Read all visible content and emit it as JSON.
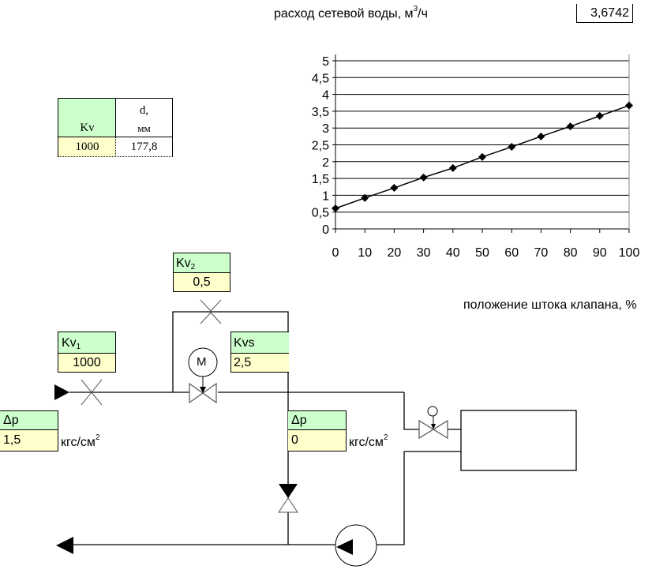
{
  "chart_data": {
    "type": "line",
    "title": "расход сетевой воды, м3/ч",
    "title_main": "расход сетевой воды, м",
    "title_sup": "3",
    "title_tail": "/ч",
    "xlabel": "положение штока клапана, %",
    "ylabel": "",
    "current_value": "3,6742",
    "x": [
      0,
      10,
      20,
      30,
      40,
      50,
      60,
      70,
      80,
      90,
      100
    ],
    "series": [
      {
        "name": "расход",
        "values": [
          0.61,
          0.92,
          1.22,
          1.53,
          1.81,
          2.14,
          2.44,
          2.75,
          3.05,
          3.36,
          3.67
        ]
      }
    ],
    "xlim": [
      0,
      100
    ],
    "ylim": [
      0,
      5
    ],
    "x_ticks": [
      "0",
      "10",
      "20",
      "30",
      "40",
      "50",
      "60",
      "70",
      "80",
      "90",
      "100"
    ],
    "y_ticks": [
      "0",
      "0,5",
      "1",
      "1,5",
      "2",
      "2,5",
      "3",
      "3,5",
      "4",
      "4,5",
      "5"
    ],
    "grid": true,
    "legend": "none"
  },
  "kv_table": {
    "headers": {
      "kv": "Kv",
      "d_line1": "d,",
      "d_line2": "мм"
    },
    "values": {
      "kv": "1000",
      "d": "177,8"
    }
  },
  "diagram": {
    "kv2": {
      "label": "Kv",
      "sub": "2",
      "value": "0,5"
    },
    "kv1": {
      "label": "Kv",
      "sub": "1",
      "value": "1000"
    },
    "kvs": {
      "label": "Kvs",
      "value": "2,5"
    },
    "dp1": {
      "label": "Δp",
      "value": "1,5",
      "unit": "кгс/см",
      "unit_sup": "2"
    },
    "dp2": {
      "label": "Δp",
      "value": "0",
      "unit": "кгс/см",
      "unit_sup": "2"
    },
    "motor_label": "M"
  },
  "colors": {
    "header_green": "#ccffcc",
    "value_yellow": "#ffffcc",
    "line": "#000000"
  }
}
